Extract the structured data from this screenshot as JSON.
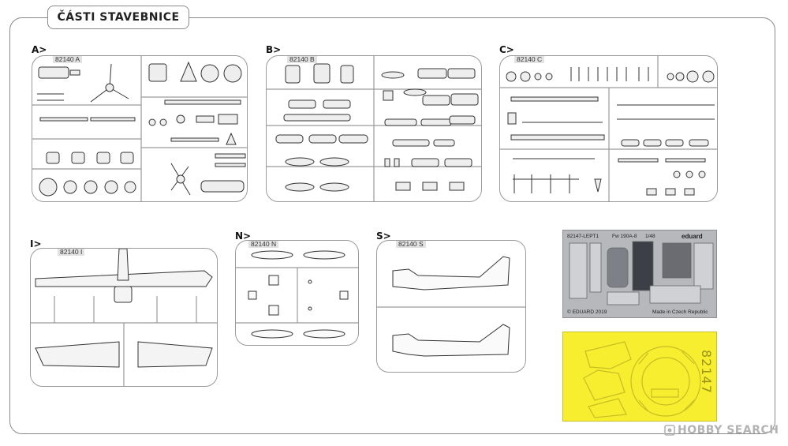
{
  "page": {
    "title": "ČÁSTI STAVEBNICE"
  },
  "sprues": [
    {
      "label": "A>",
      "code": "82140 A"
    },
    {
      "label": "B>",
      "code": "82140 B"
    },
    {
      "label": "C>",
      "code": "82140 C"
    },
    {
      "label": "I>",
      "code": "82140 I"
    },
    {
      "label": "N>",
      "code": "82140 N"
    },
    {
      "label": "S>",
      "code": "82140 S"
    }
  ],
  "photo_etch": {
    "code": "82147-LEPT1",
    "model": "Fw 190A-8",
    "scale": "1/48",
    "brand": "eduard",
    "copyright": "© EDUARD 2019",
    "origin": "Made in Czech Republic"
  },
  "mask": {
    "code": "82147"
  },
  "watermark": {
    "text": "HOBBY SEARCH"
  },
  "colors": {
    "frame": "#8a8a8a",
    "pe_fret": "#b6b8bb",
    "mask": "#f6ee2f",
    "watermark": "#b3b3b3"
  }
}
